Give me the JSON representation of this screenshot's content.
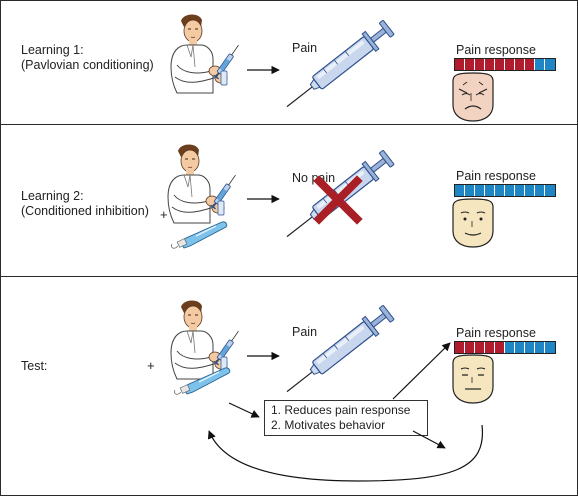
{
  "rows": [
    {
      "label_line1": "Learning 1:",
      "label_line2": "(Pavlovian conditioning)",
      "outcome": "Pain",
      "response_label": "Pain response"
    },
    {
      "label_line1": "Learning 2:",
      "label_line2": "(Conditioned inhibition)",
      "plus": "+",
      "outcome": "No pain",
      "response_label": "Pain response"
    },
    {
      "label_line1": "Test:",
      "plus": "+",
      "outcome": "Pain",
      "response_label": "Pain response"
    }
  ],
  "effects": [
    "1. Reduces pain response",
    "2. Motivates behavior"
  ],
  "pain_bars": [
    {
      "red_segments": 8,
      "blue_segments": 2
    },
    {
      "red_segments": 0,
      "blue_segments": 10
    },
    {
      "red_segments": 5,
      "blue_segments": 5
    }
  ],
  "colors": {
    "red": "#b01c2e",
    "blue": "#1f86c6",
    "face": "#f6e6c0",
    "face_pain": "#f2d2c0",
    "x_mark": "#a81f26",
    "syringe": "#c9d7ee"
  }
}
